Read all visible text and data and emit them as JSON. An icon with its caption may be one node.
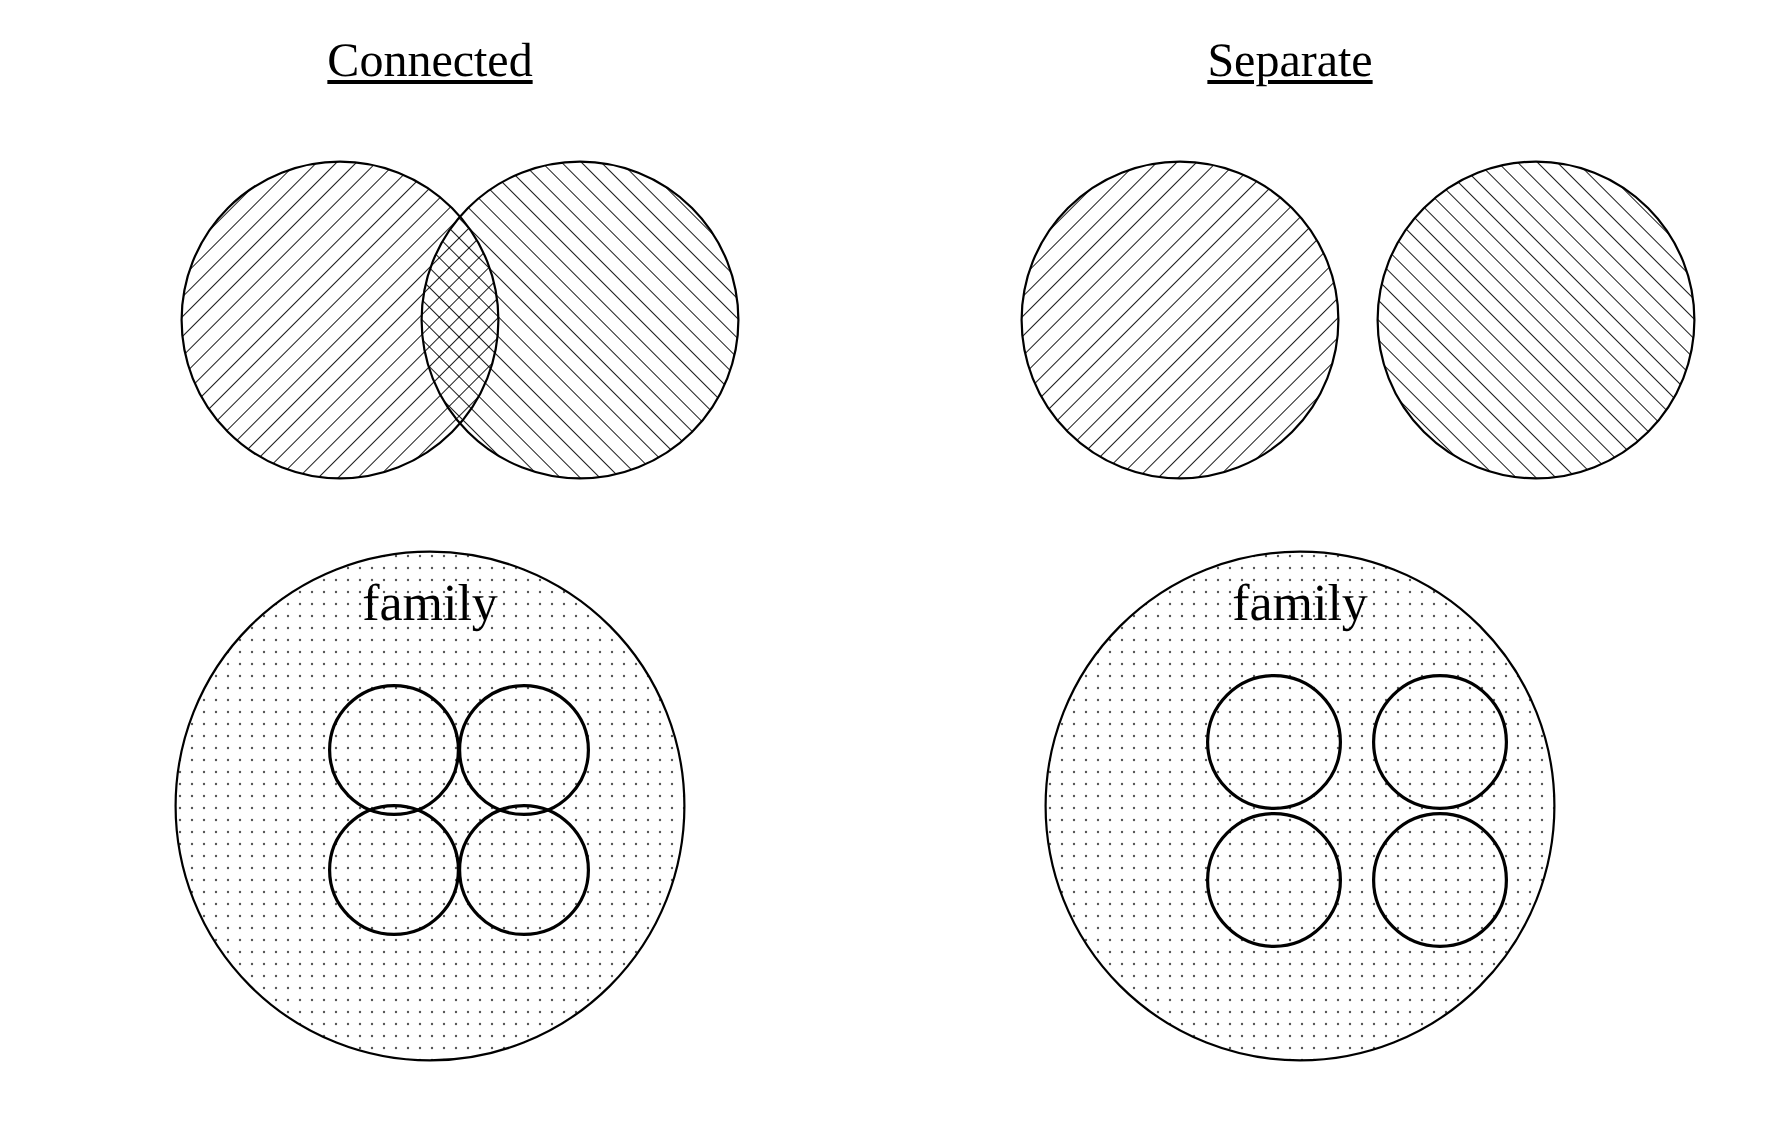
{
  "diagram": {
    "nodes": [
      {
        "text": [],
        "shape": "circle"
      },
      {
        "text": [],
        "shape": "circle"
      },
      {
        "text": [],
        "shape": "circle"
      },
      {
        "text": [],
        "shape": "circle"
      },
      {
        "text": [
          "family"
        ]
      },
      {
        "text": [],
        "shape": "circle",
        "in": 4
      },
      {
        "text": [],
        "shape": "circle",
        "in": 4
      },
      {
        "text": [],
        "shape": "circle",
        "in": 4
      },
      {
        "text": [],
        "shape": "circle",
        "in": 4
      },
      {
        "text": [
          "family"
        ]
      },
      {
        "text": [],
        "shape": "circle",
        "in": 9
      },
      {
        "text": [],
        "shape": "circle",
        "in": 9
      },
      {
        "text": [],
        "shape": "circle",
        "in": 9
      },
      {
        "text": [],
        "shape": "circle",
        "in": 9
      }
    ],
    "labels": [
      "Connected",
      "Separate"
    ]
  }
}
